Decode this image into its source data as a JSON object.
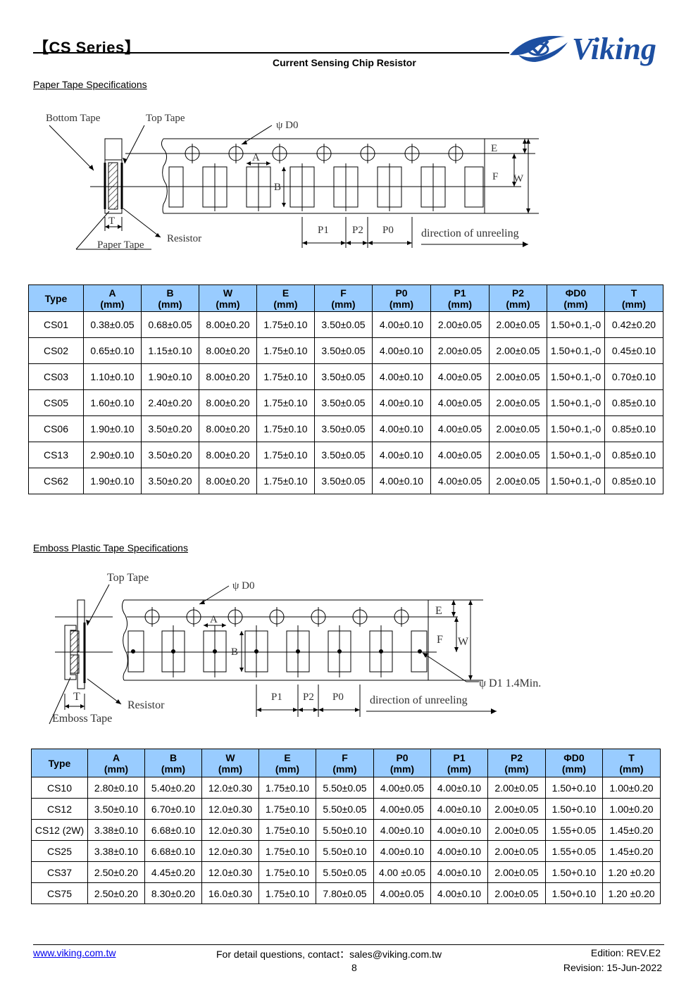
{
  "header": {
    "series": "【CS Series】",
    "subtitle": "Current Sensing Chip Resistor",
    "logo_text": "Viking",
    "logo_color": "#1d4fa1"
  },
  "paper": {
    "title": "Paper Tape Specifications",
    "diagram": {
      "bottom_tape": "Bottom Tape",
      "top_tape": "Top Tape",
      "d0": "ψ  D0",
      "a": "A",
      "b": "B",
      "e": "E",
      "f": "F",
      "w": "W",
      "t": "T",
      "p1": "P1",
      "p2": "P2",
      "p0": "P0",
      "direction": "direction of unreeling",
      "resistor": "Resistor",
      "paper_tape": "Paper Tape"
    },
    "columns": [
      {
        "name": "Type",
        "unit": ""
      },
      {
        "name": "A",
        "unit": "(mm)"
      },
      {
        "name": "B",
        "unit": "(mm)"
      },
      {
        "name": "W",
        "unit": "(mm)"
      },
      {
        "name": "E",
        "unit": "(mm)"
      },
      {
        "name": "F",
        "unit": "(mm)"
      },
      {
        "name": "P0",
        "unit": "(mm)"
      },
      {
        "name": "P1",
        "unit": "(mm)"
      },
      {
        "name": "P2",
        "unit": "(mm)"
      },
      {
        "name": "ΦD0",
        "unit": "(mm)"
      },
      {
        "name": "T",
        "unit": "(mm)"
      }
    ],
    "rows": [
      [
        "CS01",
        "0.38±0.05",
        "0.68±0.05",
        "8.00±0.20",
        "1.75±0.10",
        "3.50±0.05",
        "4.00±0.10",
        "2.00±0.05",
        "2.00±0.05",
        "1.50+0.1,-0",
        "0.42±0.20"
      ],
      [
        "CS02",
        "0.65±0.10",
        "1.15±0.10",
        "8.00±0.20",
        "1.75±0.10",
        "3.50±0.05",
        "4.00±0.10",
        "2.00±0.05",
        "2.00±0.05",
        "1.50+0.1,-0",
        "0.45±0.10"
      ],
      [
        "CS03",
        "1.10±0.10",
        "1.90±0.10",
        "8.00±0.20",
        "1.75±0.10",
        "3.50±0.05",
        "4.00±0.10",
        "4.00±0.05",
        "2.00±0.05",
        "1.50+0.1,-0",
        "0.70±0.10"
      ],
      [
        "CS05",
        "1.60±0.10",
        "2.40±0.20",
        "8.00±0.20",
        "1.75±0.10",
        "3.50±0.05",
        "4.00±0.10",
        "4.00±0.05",
        "2.00±0.05",
        "1.50+0.1,-0",
        "0.85±0.10"
      ],
      [
        "CS06",
        "1.90±0.10",
        "3.50±0.20",
        "8.00±0.20",
        "1.75±0.10",
        "3.50±0.05",
        "4.00±0.10",
        "4.00±0.05",
        "2.00±0.05",
        "1.50+0.1,-0",
        "0.85±0.10"
      ],
      [
        "CS13",
        "2.90±0.10",
        "3.50±0.20",
        "8.00±0.20",
        "1.75±0.10",
        "3.50±0.05",
        "4.00±0.10",
        "4.00±0.05",
        "2.00±0.05",
        "1.50+0.1,-0",
        "0.85±0.10"
      ],
      [
        "CS62",
        "1.90±0.10",
        "3.50±0.20",
        "8.00±0.20",
        "1.75±0.10",
        "3.50±0.05",
        "4.00±0.10",
        "4.00±0.05",
        "2.00±0.05",
        "1.50+0.1,-0",
        "0.85±0.10"
      ]
    ]
  },
  "emboss": {
    "title": "Emboss Plastic Tape Specifications",
    "diagram": {
      "top_tape": "Top Tape",
      "d0": "ψ  D0",
      "a": "A",
      "b": "B",
      "e": "E",
      "f": "F",
      "w": "W",
      "t": "T",
      "d1": "ψ  D1  1.4Min.",
      "p1": "P1",
      "p2": "P2",
      "p0": "P0",
      "direction": "direction of unreeling",
      "resistor": "Resistor",
      "emboss_tape": "Emboss Tape"
    },
    "columns": [
      {
        "name": "Type",
        "unit": ""
      },
      {
        "name": "A",
        "unit": "(mm)"
      },
      {
        "name": "B",
        "unit": "(mm)"
      },
      {
        "name": "W",
        "unit": "(mm)"
      },
      {
        "name": "E",
        "unit": "(mm)"
      },
      {
        "name": "F",
        "unit": "(mm)"
      },
      {
        "name": "P0",
        "unit": "(mm)"
      },
      {
        "name": "P1",
        "unit": "(mm)"
      },
      {
        "name": "P2",
        "unit": "(mm)"
      },
      {
        "name": "ΦD0",
        "unit": "(mm)"
      },
      {
        "name": "T",
        "unit": "(mm)"
      }
    ],
    "rows": [
      [
        "CS10",
        "2.80±0.10",
        "5.40±0.20",
        "12.0±0.30",
        "1.75±0.10",
        "5.50±0.05",
        "4.00±0.05",
        "4.00±0.10",
        "2.00±0.05",
        "1.50+0.10",
        "1.00±0.20"
      ],
      [
        "CS12",
        "3.50±0.10",
        "6.70±0.10",
        "12.0±0.30",
        "1.75±0.10",
        "5.50±0.05",
        "4.00±0.05",
        "4.00±0.10",
        "2.00±0.05",
        "1.50+0.10",
        "1.00±0.20"
      ],
      [
        "CS12 (2W)",
        "3.38±0.10",
        "6.68±0.10",
        "12.0±0.30",
        "1.75±0.10",
        "5.50±0.10",
        "4.00±0.10",
        "4.00±0.10",
        "2.00±0.05",
        "1.55+0.05",
        "1.45±0.20"
      ],
      [
        "CS25",
        "3.38±0.10",
        "6.68±0.10",
        "12.0±0.30",
        "1.75±0.10",
        "5.50±0.10",
        "4.00±0.10",
        "4.00±0.10",
        "2.00±0.05",
        "1.55+0.05",
        "1.45±0.20"
      ],
      [
        "CS37",
        "2.50±0.20",
        "4.45±0.20",
        "12.0±0.30",
        "1.75±0.10",
        "5.50±0.05",
        "4.00 ±0.05",
        "4.00±0.10",
        "2.00±0.05",
        "1.50+0.10",
        "1.20 ±0.20"
      ],
      [
        "CS75",
        "2.50±0.20",
        "8.30±0.20",
        "16.0±0.30",
        "1.75±0.10",
        "7.80±0.05",
        "4.00±0.05",
        "4.00±0.10",
        "2.00±0.05",
        "1.50+0.10",
        "1.20 ±0.20"
      ]
    ]
  },
  "footer": {
    "website": "www.viking.com.tw",
    "contact": "For detail questions, contact：sales@viking.com.tw",
    "edition": "Edition: REV.E2",
    "page": "8",
    "revision": "Revision: 15-Jun-2022"
  }
}
